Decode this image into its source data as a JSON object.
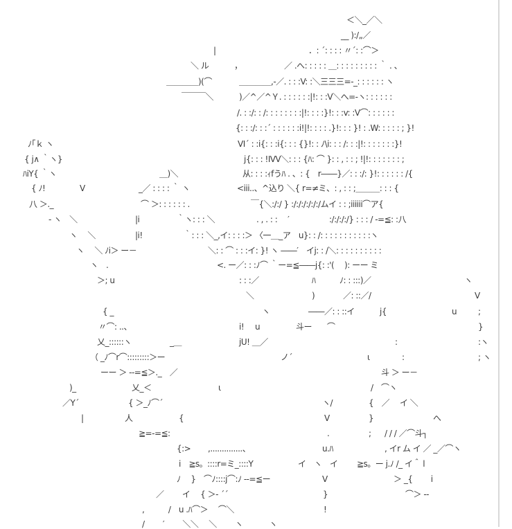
{
  "art": {
    "rows": [
      [
        "＜＼_／＼"
      ],
      [
        "__ ):/„／"
      ],
      [
        "|",
        "．: ´: : : : 〃´: :⌒＞"
      ],
      [
        "＼ ル",
        "，",
        "／ .へ: : : : : ＿: : : : : : : : : ｀ . 、"
      ],
      [
        "＿＿＿＿)(⌒",
        "＿＿＿＿,-／. : : :V: :＼三三三=-_: : : : : : ヽ"
      ],
      [
        "￣￣￣＼",
        ")／^／^Ｙ. : : : : : :|!: : :V＼へ=-ヽ: : : : : :"
      ],
      [
        "/. : :/: : /: : : : : : : :|!: : : :}!: : :v: :V⌒: : : : : :"
      ],
      [
        "{: : :/: : :´ : : : : : :i!|!: : : : .}!: : : }! : .W: : : : : ; }!"
      ],
      [
        "ﾉ｢ｋ ヽ",
        "VI´ : :i{: : :i{: : : {}!: : ﾉ\\i: : : /: : :|!: : : : : : :}!"
      ],
      [
        "{ j∧ ｀ヽ}",
        "j{: : : !ⅣV＼: : : {ﾊ: ⌒ }: : , : : ; !|!: : : : : : : ;"
      ],
      [
        "ﾊiY{ ｀ヽ",
        "＿)＼",
        "从: : : :ｨfうﾊ . 、: {　r――}／: : :/: }!: : : : : : /{"
      ],
      [
        "{ ﾉ!",
        "V",
        "_／ : : : : ｀ ヽ",
        "<iii..、^込り ＼{ r=≠ミ、: , : : ;＿＿＿: : : {"
      ],
      [
        "八 ＞._",
        "⌒ ＞: : : : : : .",
        "￣{＼:/:/ } :/:/:/:/:/:/ムイ : : ;iiiiii⌒ア{"
      ],
      [
        "‐ ヽ　＼",
        "|i",
        "｀ヽ: : : ＼",
        ". , . : :　 ′",
        ":/:/:/:/} : : : / -=≦: :八"
      ],
      [
        "ヽ　 ＼",
        "|i!",
        "｀: : : ＼_,イ: : : :＞ 〈一＿_ア　u}: : /: : : : : : : : : : :ヽ"
      ],
      [
        "ヽ　 ＼ ﾉi＞ ー－",
        "＼: : ⌒ : : :イ: }! ヽ ――′　イj: : /＼: : : : : : : : : :"
      ],
      [
        "ヽ　.",
        "<. ー／: : :ﾉ⌒ ｀ー=≦――j{: :'(　 ): ーー ミ"
      ],
      [
        "＞; u",
        ": : :／",
        "ﾊ",
        "ﾉ: : :::)／",
        "ヽ"
      ],
      [
        "＼",
        ")",
        "／: ::／/",
        "V"
      ],
      [
        "{ _",
        "ヽ",
        "――／: : ::イ",
        "j{",
        "u",
        ";"
      ],
      [
        "〃⌒: ..、",
        "i!",
        "u",
        "斗ー",
        "⌒",
        "}"
      ],
      [
        "乂_::::::ヽ",
        "_＿",
        "jU! ＿／",
        ":",
        ":ヽ"
      ],
      [
        "（ _ﾉ⌒r⌒:::::::::＞ー",
        "ノ´",
        "ι",
        ":",
        "; ヽ"
      ],
      [
        "ーー ＞ --=≦＞._　／",
        "斗 ＞ ー－"
      ],
      [
        ")_",
        "乂_＜",
        "ι",
        "/　⌒ヽ"
      ],
      [
        "／Y´",
        "{ ＞_ﾉ⌒´",
        "ヽ/",
        "{　／　 イ ＼"
      ],
      [
        "|",
        "人",
        "{",
        "V",
        "}",
        "へ"
      ],
      [
        "≧=-=≦:",
        ".",
        ";",
        "/ / / ／⌒斗┐"
      ],
      [
        "{:>",
        ",..............、",
        "u.ﾊ",
        ", イr ム イ ／ _／⌒ヽ"
      ],
      [
        "i　≧s。::::r=ミ_::::Y",
        "イ　ヽ　イ",
        "≧s。ー j.ﾉ /_ イ＾ l"
      ],
      [
        "ﾉ　 }　⌒ﾉ::::j⌒:ﾉ --=≦ー",
        "V",
        "＞ _{　　 i"
      ],
      [
        "／　　 イ　 { ＞- ´´",
        "}",
        "⌒＞ --"
      ],
      [
        ",　　　/　u .ﾊ⌒＞　 ⌒＼",
        "!"
      ],
      [
        "/　　 ′　　 ＼＼　 ＼　　 ヽ　　　 ヽ"
      ]
    ]
  }
}
